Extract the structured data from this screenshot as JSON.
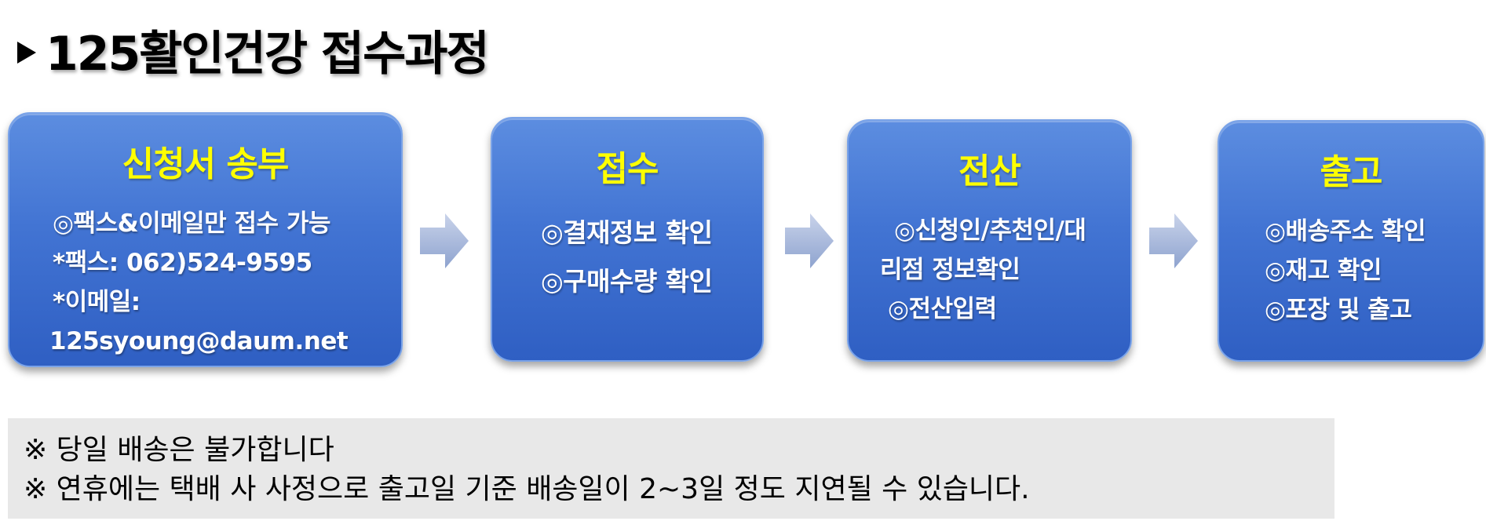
{
  "title": "125활인건강 접수과정",
  "steps": [
    {
      "title": "신청서 송부",
      "lines": [
        "◎팩스&이메일만 접수 가능",
        "*팩스: 062)524-9595",
        "*이메일:",
        "125syoung@daum.net"
      ]
    },
    {
      "title": "접수",
      "lines": [
        "◎결재정보 확인",
        "◎구매수량 확인"
      ]
    },
    {
      "title": "전산",
      "lines": [
        "◎신청인/추천인/대",
        "리점 정보확인",
        "◎전산입력"
      ]
    },
    {
      "title": "출고",
      "lines": [
        "◎배송주소 확인",
        "◎재고 확인",
        "◎포장 및 출고"
      ]
    }
  ],
  "notes": [
    "※ 당일 배송은 불가합니다",
    "※ 연휴에는 택배 사 사정으로 출고일 기준 배송일이 2~3일 정도 지연될 수 있습니다."
  ],
  "colors": {
    "box_fill": "#4274d3",
    "box_title": "#ffff00",
    "box_text": "#ffffff",
    "arrow": "#a9b8d8",
    "note_bg": "#e8e8e8"
  },
  "icons": {
    "title_marker": "triangle-right-icon",
    "flow_arrow": "arrow-right-icon"
  }
}
